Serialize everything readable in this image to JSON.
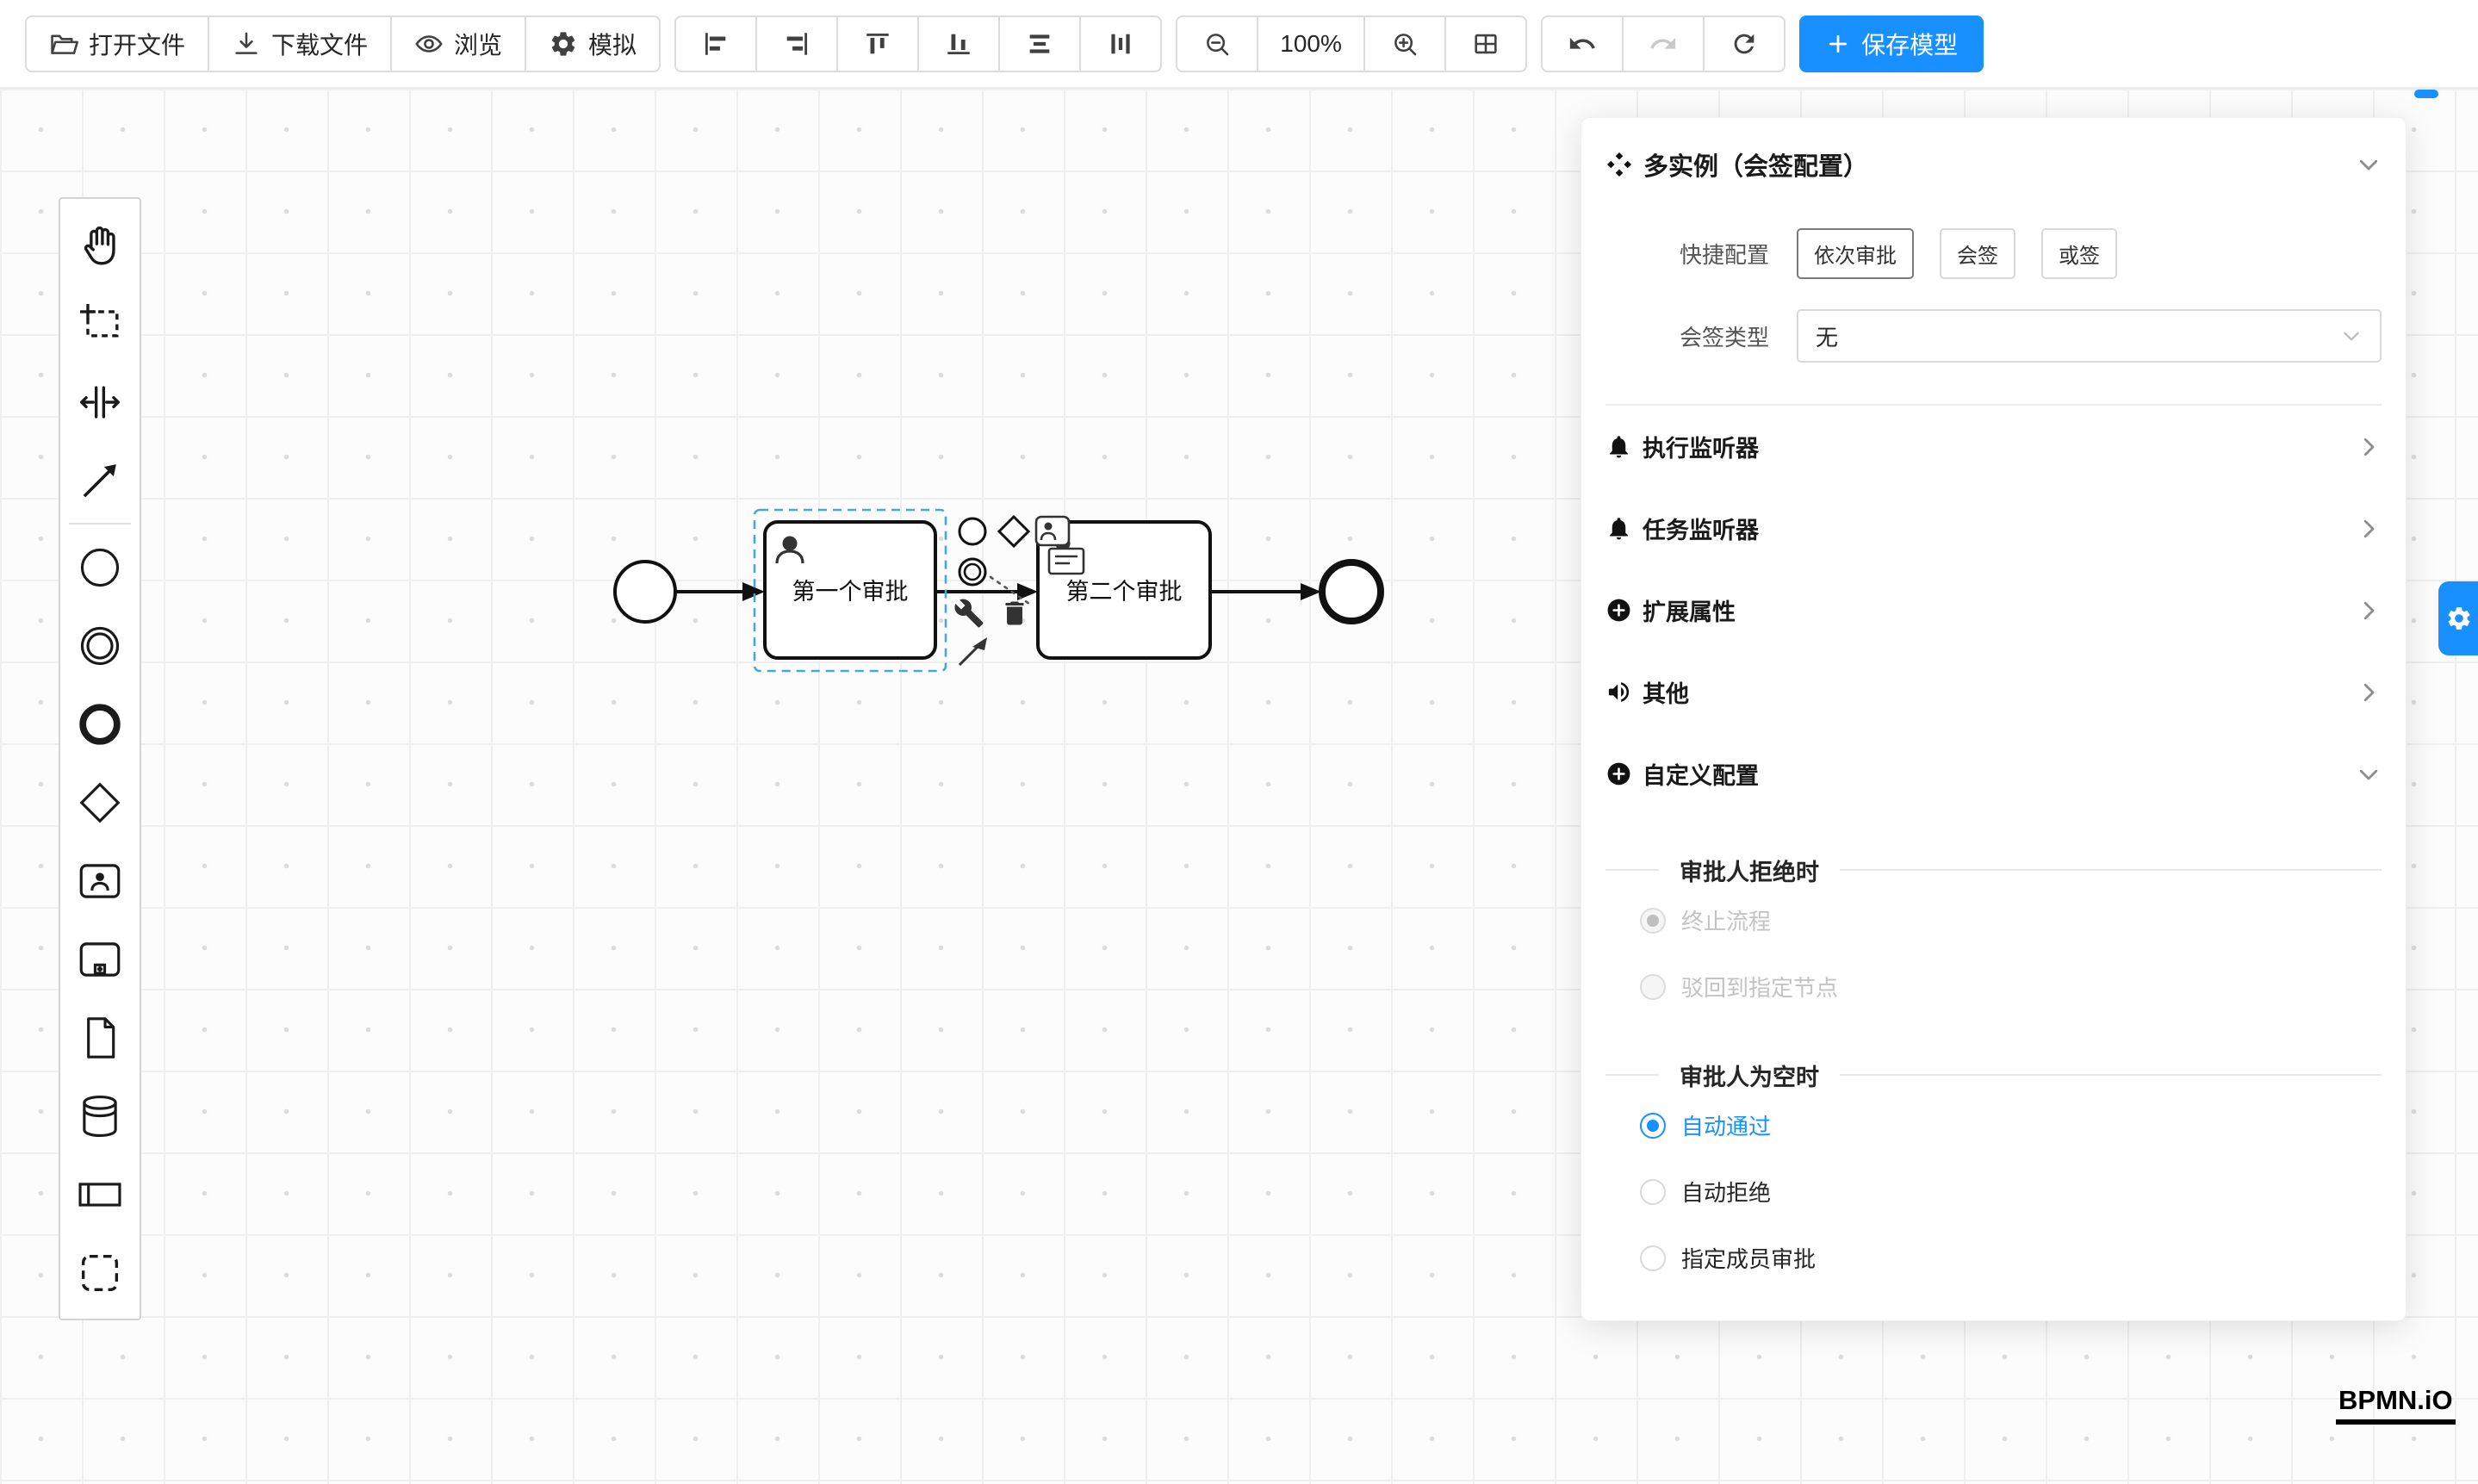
{
  "toolbar": {
    "buttons": {
      "open": "打开文件",
      "download": "下载文件",
      "preview": "浏览",
      "simulate": "模拟"
    },
    "zoom_level": "100%",
    "save_label": "保存模型"
  },
  "canvas": {
    "task1_label": "第一个审批",
    "task2_label": "第二个审批"
  },
  "panel": {
    "title": "多实例（会签配置）",
    "quick_label": "快捷配置",
    "chips": [
      {
        "label": "依次审批",
        "active": true
      },
      {
        "label": "会签",
        "active": false
      },
      {
        "label": "或签",
        "active": false
      }
    ],
    "type_label": "会签类型",
    "type_value": "无",
    "sections": [
      {
        "label": "执行监听器",
        "icon": "bell-icon",
        "expanded": false
      },
      {
        "label": "任务监听器",
        "icon": "bell-icon",
        "expanded": false
      },
      {
        "label": "扩展属性",
        "icon": "plus-circle-icon",
        "expanded": false
      },
      {
        "label": "其他",
        "icon": "megaphone-icon",
        "expanded": false
      },
      {
        "label": "自定义配置",
        "icon": "plus-circle-icon",
        "expanded": true
      }
    ],
    "reject_group": {
      "title": "审批人拒绝时",
      "options": [
        {
          "label": "终止流程",
          "checked": true,
          "disabled": true
        },
        {
          "label": "驳回到指定节点",
          "checked": false,
          "disabled": true
        }
      ]
    },
    "empty_group": {
      "title": "审批人为空时",
      "options": [
        {
          "label": "自动通过",
          "checked": true,
          "disabled": false
        },
        {
          "label": "自动拒绝",
          "checked": false,
          "disabled": false
        },
        {
          "label": "指定成员审批",
          "checked": false,
          "disabled": false
        }
      ]
    }
  },
  "watermark": "BPMN.iO",
  "colors": {
    "accent": "#1890ff",
    "selection": "#45a8d8"
  }
}
